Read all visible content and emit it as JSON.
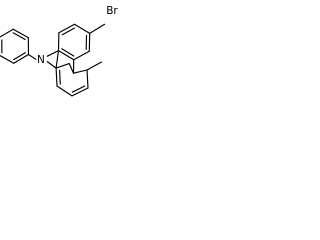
{
  "molecule": {
    "atom_labels": {
      "bromine": "Br",
      "nitrogen": "N"
    },
    "substituents": [
      "bromo",
      "methyl",
      "phenyl"
    ],
    "core": "carbazole"
  },
  "colors": {
    "bond": "#000000",
    "background": "#ffffff"
  }
}
